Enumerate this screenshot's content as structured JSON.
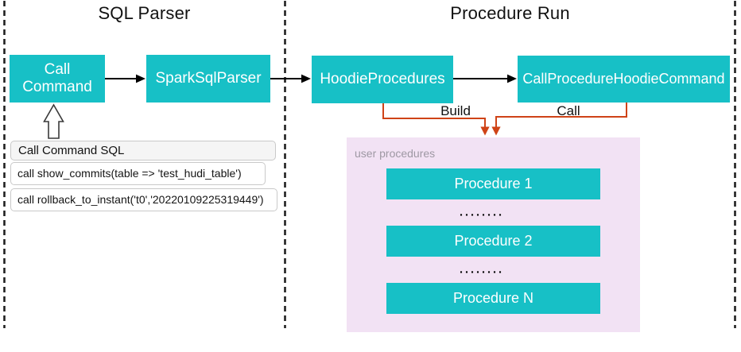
{
  "diagram": {
    "sections": {
      "sql_parser": {
        "title": "SQL Parser"
      },
      "procedure_run": {
        "title": "Procedure Run"
      }
    },
    "nodes": {
      "call_command": "Call Command",
      "spark_sql_parser": "SparkSqlParser",
      "hoodie_procedures": "HoodieProcedures",
      "call_procedure_hoodie_command": "CallProcedureHoodieCommand"
    },
    "edge_labels": {
      "build": "Build",
      "call": "Call"
    },
    "sql_panel": {
      "header": "Call Command SQL",
      "rows": [
        "call show_commits(table => 'test_hudi_table')",
        "call rollback_to_instant('t0','20220109225319449')"
      ]
    },
    "user_procedures": {
      "label": "user procedures",
      "items": [
        "Procedure 1",
        "Procedure 2",
        "Procedure N"
      ],
      "ellipsis": "▪▪▪▪▪▪▪▪"
    },
    "colors": {
      "node_fill": "#17c0c6",
      "panel_fill": "#f2e2f4",
      "flow_orange": "#cf4317"
    }
  }
}
